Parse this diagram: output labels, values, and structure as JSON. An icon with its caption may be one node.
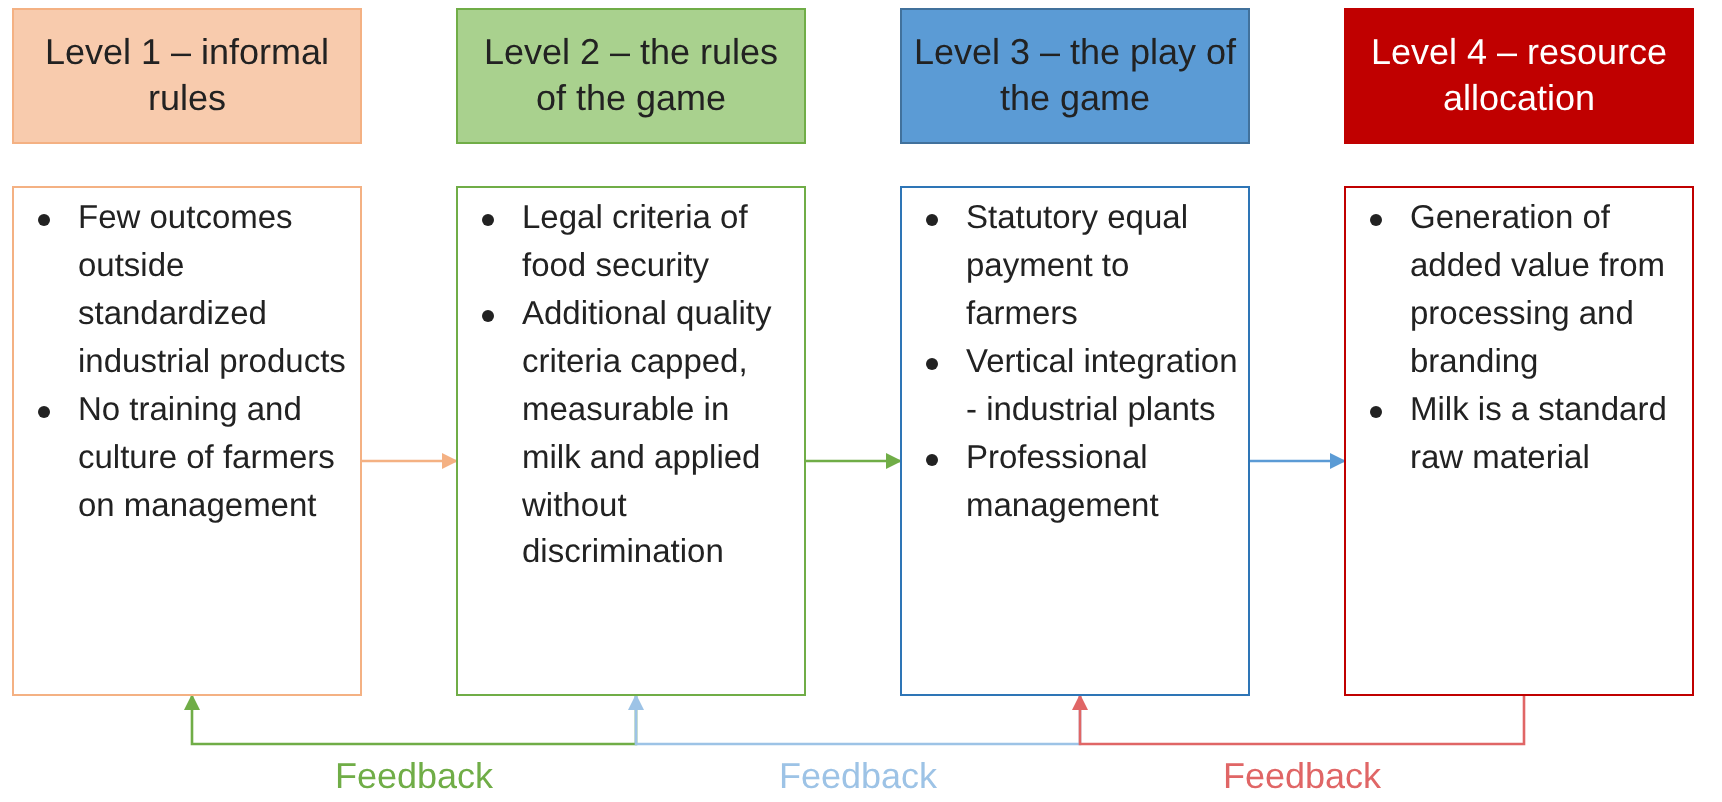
{
  "diagram": {
    "nodes": [
      {
        "text": [
          "Level 1 – informal rules"
        ]
      },
      {
        "text": [
          "Level 2 – the rules of the game"
        ]
      },
      {
        "text": [
          "Level 3 – the play of the game"
        ]
      },
      {
        "text": [
          "Level 4 – resource allocation"
        ]
      },
      {
        "text": [
          "Few outcomes outside standardized industrial products",
          "No training and culture of farmers on management"
        ]
      },
      {
        "text": [
          "Legal criteria of food security",
          "Additional quality criteria capped, measurable in milk and applied without discrimination"
        ]
      },
      {
        "text": [
          "Statutory equal payment to farmers",
          "Vertical integration - industrial plants",
          "Professional management"
        ]
      },
      {
        "text": [
          "Generation of added value from processing and branding",
          "Milk is a standard raw material"
        ]
      }
    ],
    "edges": [
      {
        "from": 4,
        "to": 5,
        "arrow": "to",
        "color": "#f4b183"
      },
      {
        "from": 5,
        "to": 6,
        "arrow": "to",
        "color": "#70ad47"
      },
      {
        "from": 6,
        "to": 7,
        "arrow": "to",
        "color": "#5b9bd5"
      },
      {
        "from": 5,
        "to": 4,
        "arrow": "to",
        "label": "Feedback",
        "color": "#70ad47"
      },
      {
        "from": 6,
        "to": 5,
        "arrow": "to",
        "label": "Feedback",
        "color": "#9dc3e6"
      },
      {
        "from": 7,
        "to": 6,
        "arrow": "to",
        "label": "Feedback",
        "color": "#e06666"
      }
    ]
  }
}
